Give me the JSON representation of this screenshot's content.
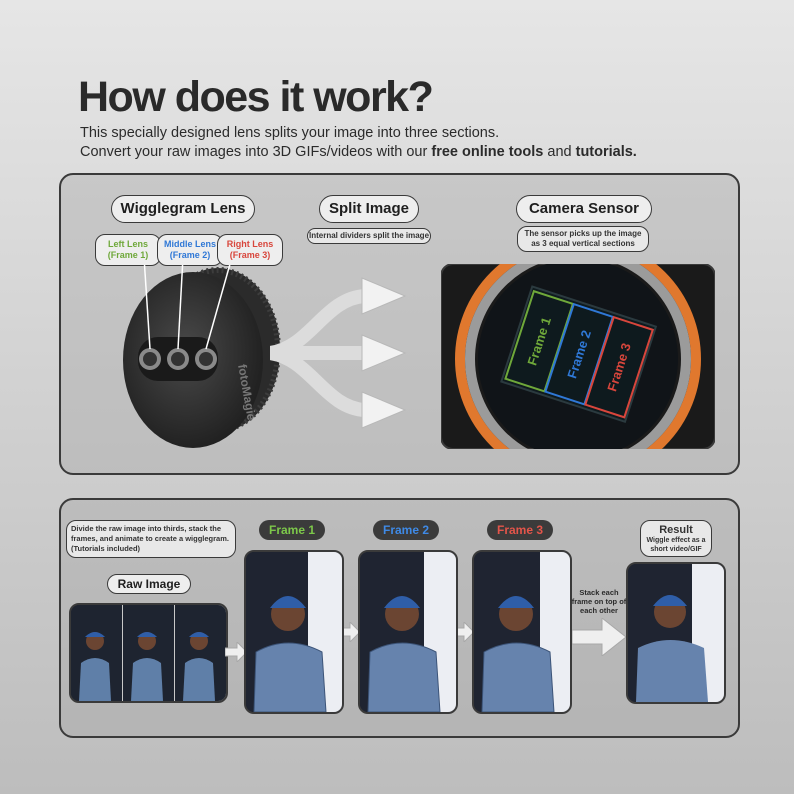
{
  "header": {
    "title": "How does it work?",
    "line1": "This specially designed lens splits your image into three sections.",
    "line2_a": "Convert your raw images into 3D GIFs/videos with our ",
    "line2_b": "free online tools",
    "line2_c": " and ",
    "line2_d": "tutorials."
  },
  "top": {
    "lens_title": "Wigglegram Lens",
    "left_lens": "Left Lens",
    "left_frame": "(Frame 1)",
    "middle_lens": "Middle Lens",
    "middle_frame": "(Frame 2)",
    "right_lens": "Right Lens",
    "right_frame": "(Frame 3)",
    "split_title": "Split Image",
    "split_note": "Internal dividers split the image",
    "sensor_title": "Camera Sensor",
    "sensor_note1": "The sensor picks up the image",
    "sensor_note2": "as 3 equal vertical sections",
    "sensor_f1": "Frame 1",
    "sensor_f2": "Frame 2",
    "sensor_f3": "Frame 3",
    "lens_brand": "fotoMagie"
  },
  "bottom": {
    "instructions": "Divide the raw image into thirds, stack the frames, and animate to create a wigglegram. (Tutorials included)",
    "raw_title": "Raw Image",
    "frame1": "Frame 1",
    "frame2": "Frame 2",
    "frame3": "Frame 3",
    "stack_note": "Stack each frame on top of each other",
    "result_title": "Result",
    "result_note": "Wiggle effect as a short video/GIF"
  },
  "colors": {
    "frame1": "#6fa83a",
    "frame2": "#2f78d6",
    "frame3": "#d8463c",
    "sensor_ring": "#e0782e"
  }
}
